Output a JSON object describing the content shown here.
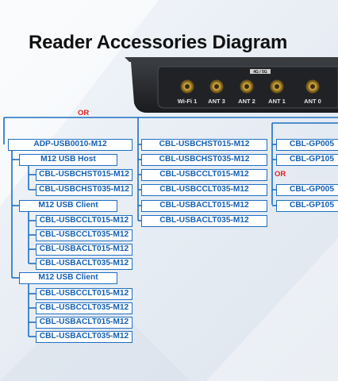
{
  "title": "Reader Accessories Diagram",
  "device": {
    "ports": [
      "Wi-Fi 1",
      "ANT 3",
      "ANT 2",
      "ANT 1",
      "ANT 0"
    ],
    "band_label": "4G / 5G"
  },
  "or_labels": [
    "OR",
    "OR"
  ],
  "column1": {
    "root": "ADP-USB0010-M12",
    "host": "M12 USB Host",
    "host_children": [
      "CBL-USBCHST015-M12",
      "CBL-USBCHST035-M12"
    ],
    "client_a": "M12 USB Client",
    "client_a_children": [
      "CBL-USBCCLT015-M12",
      "CBL-USBCCLT035-M12",
      "CBL-USBACLT015-M12",
      "CBL-USBACLT035-M12"
    ],
    "client_b": "M12 USB Client",
    "client_b_children": [
      "CBL-USBCCLT015-M12",
      "CBL-USBCCLT035-M12",
      "CBL-USBACLT015-M12",
      "CBL-USBACLT035-M12"
    ]
  },
  "column2": [
    "CBL-USBCHST015-M12",
    "CBL-USBCHST035-M12",
    "CBL-USBCCLT015-M12",
    "CBL-USBCCLT035-M12",
    "CBL-USBACLT015-M12",
    "CBL-USBACLT035-M12"
  ],
  "column3": [
    "CBL-GP005",
    "CBL-GP105",
    "CBL-GP005",
    "CBL-GP105"
  ],
  "colors": {
    "line": "#1f6fc3",
    "text": "#1560b5",
    "or": "#e02020"
  }
}
